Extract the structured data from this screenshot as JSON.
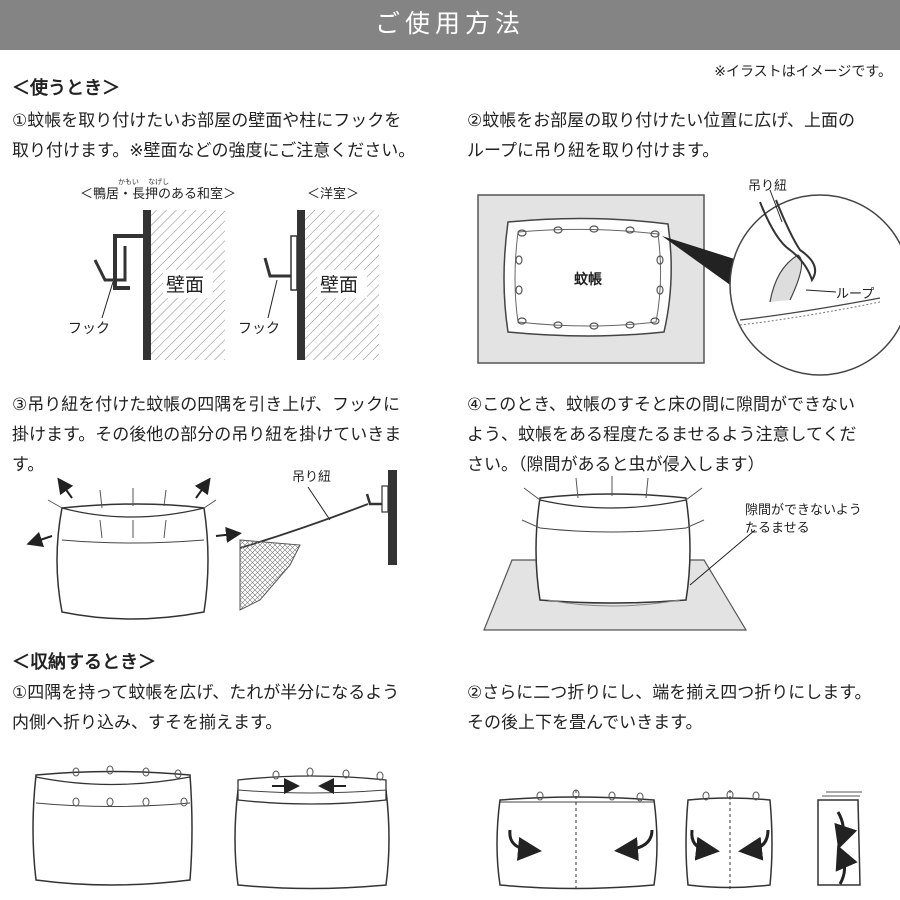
{
  "page": {
    "title": "ご使用方法",
    "note": "※イラストはイメージです。"
  },
  "use": {
    "heading": "＜使うとき＞",
    "step1": {
      "line1": "①蚊帳を取り付けたいお部屋の壁面や柱にフックを",
      "line2": "取り付けます。※壁面などの強度にご注意ください。",
      "label_washitsu_ruby": "かもい　 なげし",
      "label_washitsu": "＜鴨居・長押のある和室＞",
      "label_yoshitsu": "＜洋室＞",
      "wall": "壁面",
      "hook": "フック"
    },
    "step2": {
      "line1": "②蚊帳をお部屋の取り付けたい位置に広げ、上面の",
      "line2": "ループに吊り紐を取り付けます。",
      "kaya": "蚊帳",
      "cord": "吊り紐",
      "loop": "ループ"
    },
    "step3": {
      "line1": "③吊り紐を付けた蚊帳の四隅を引き上げ、フックに",
      "line2": "掛けます。その後他の部分の吊り紐を掛けていきま",
      "line3": "す。",
      "cord": "吊り紐"
    },
    "step4": {
      "line1": "④このとき、蚊帳のすそと床の間に隙間ができない",
      "line2": "よう、蚊帳をある程度たるませるよう注意してくだ",
      "line3": "さい。（隙間があると虫が侵入します）",
      "note_line1": "隙間ができないよう",
      "note_line2": "たるませる"
    }
  },
  "store": {
    "heading": "＜収納するとき＞",
    "step1": {
      "line1": "①四隅を持って蚊帳を広げ、たれが半分になるよう",
      "line2": "内側へ折り込み、すそを揃えます。"
    },
    "step2": {
      "line1": "②さらに二つ折りにし、端を揃え四つ折りにします。",
      "line2": "その後上下を畳んでいきます。"
    }
  }
}
